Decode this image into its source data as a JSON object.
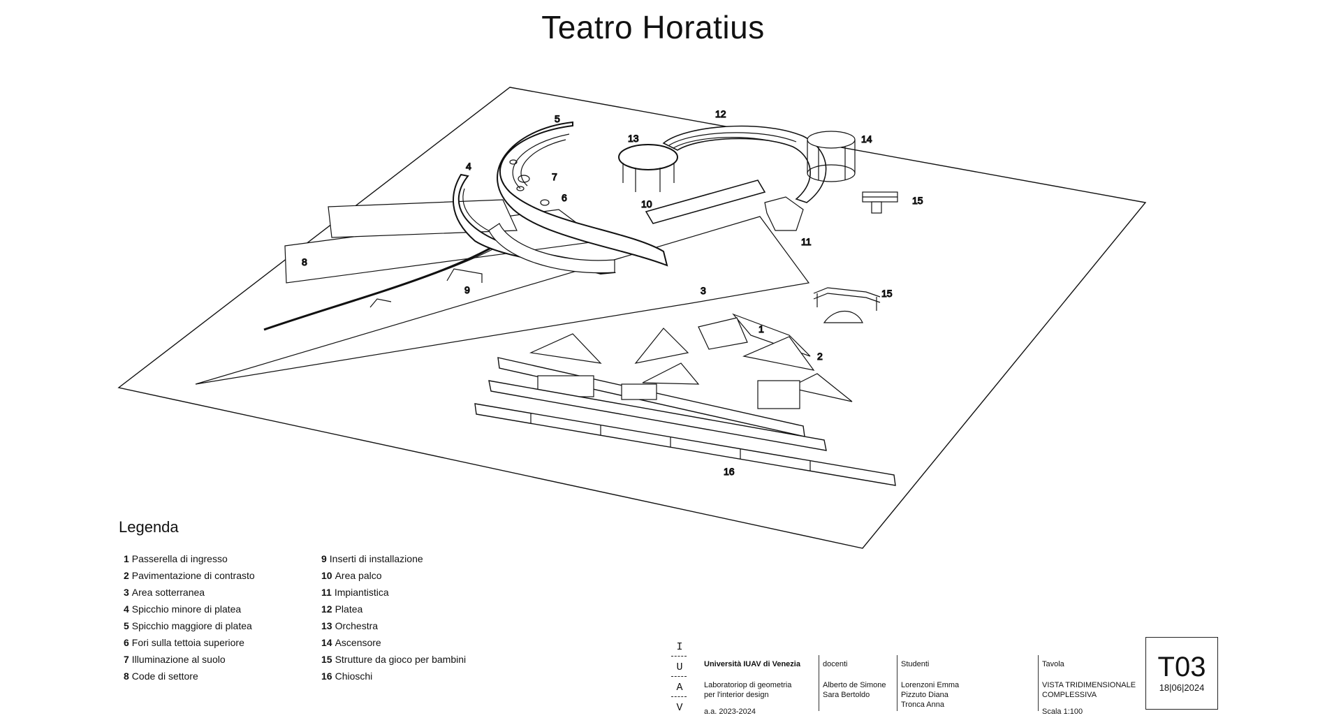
{
  "title": "Teatro Horatius",
  "labels": [
    "1",
    "2",
    "3",
    "4",
    "5",
    "6",
    "7",
    "8",
    "9",
    "10",
    "11",
    "12",
    "13",
    "14",
    "15",
    "15",
    "16"
  ],
  "legend": {
    "title": "Legenda",
    "left": [
      {
        "n": "1",
        "t": "Passerella di ingresso"
      },
      {
        "n": "2",
        "t": "Pavimentazione di contrasto"
      },
      {
        "n": "3",
        "t": "Area sotterranea"
      },
      {
        "n": "4",
        "t": "Spicchio minore di platea"
      },
      {
        "n": "5",
        "t": "Spicchio maggiore di platea"
      },
      {
        "n": "6",
        "t": "Fori sulla tettoia superiore"
      },
      {
        "n": "7",
        "t": "Illuminazione al suolo"
      },
      {
        "n": "8",
        "t": "Code di settore"
      }
    ],
    "right": [
      {
        "n": "9",
        "t": "Inserti di installazione"
      },
      {
        "n": "10",
        "t": "Area palco"
      },
      {
        "n": "11",
        "t": "Impiantistica"
      },
      {
        "n": "12",
        "t": "Platea"
      },
      {
        "n": "13",
        "t": "Orchestra"
      },
      {
        "n": "14",
        "t": "Ascensore"
      },
      {
        "n": "15",
        "t": "Strutture da gioco per bambini"
      },
      {
        "n": "16",
        "t": "Chioschi"
      }
    ]
  },
  "titleblock": {
    "iuav_letters": [
      "I",
      "U",
      "A",
      "V"
    ],
    "university": "Università IUAV di Venezia",
    "course_line1": "Laboratoriop di geometria",
    "course_line2": "per l'interior design",
    "year": "a.a. 2023-2024",
    "docenti_label": "docenti",
    "docente1": "Alberto de Simone",
    "docente2": "Sara Bertoldo",
    "studenti_label": "Studenti",
    "studente1": "Lorenzoni Emma",
    "studente2": "Pizzuto Diana",
    "studente3": "Tronca Anna",
    "tavola_label": "Tavola",
    "tavola_line1": "VISTA TRIDIMENSIONALE",
    "tavola_line2": "COMPLESSIVA",
    "scale": "Scala 1:100",
    "sheet_code": "T03",
    "sheet_date": "18|06|2024"
  }
}
